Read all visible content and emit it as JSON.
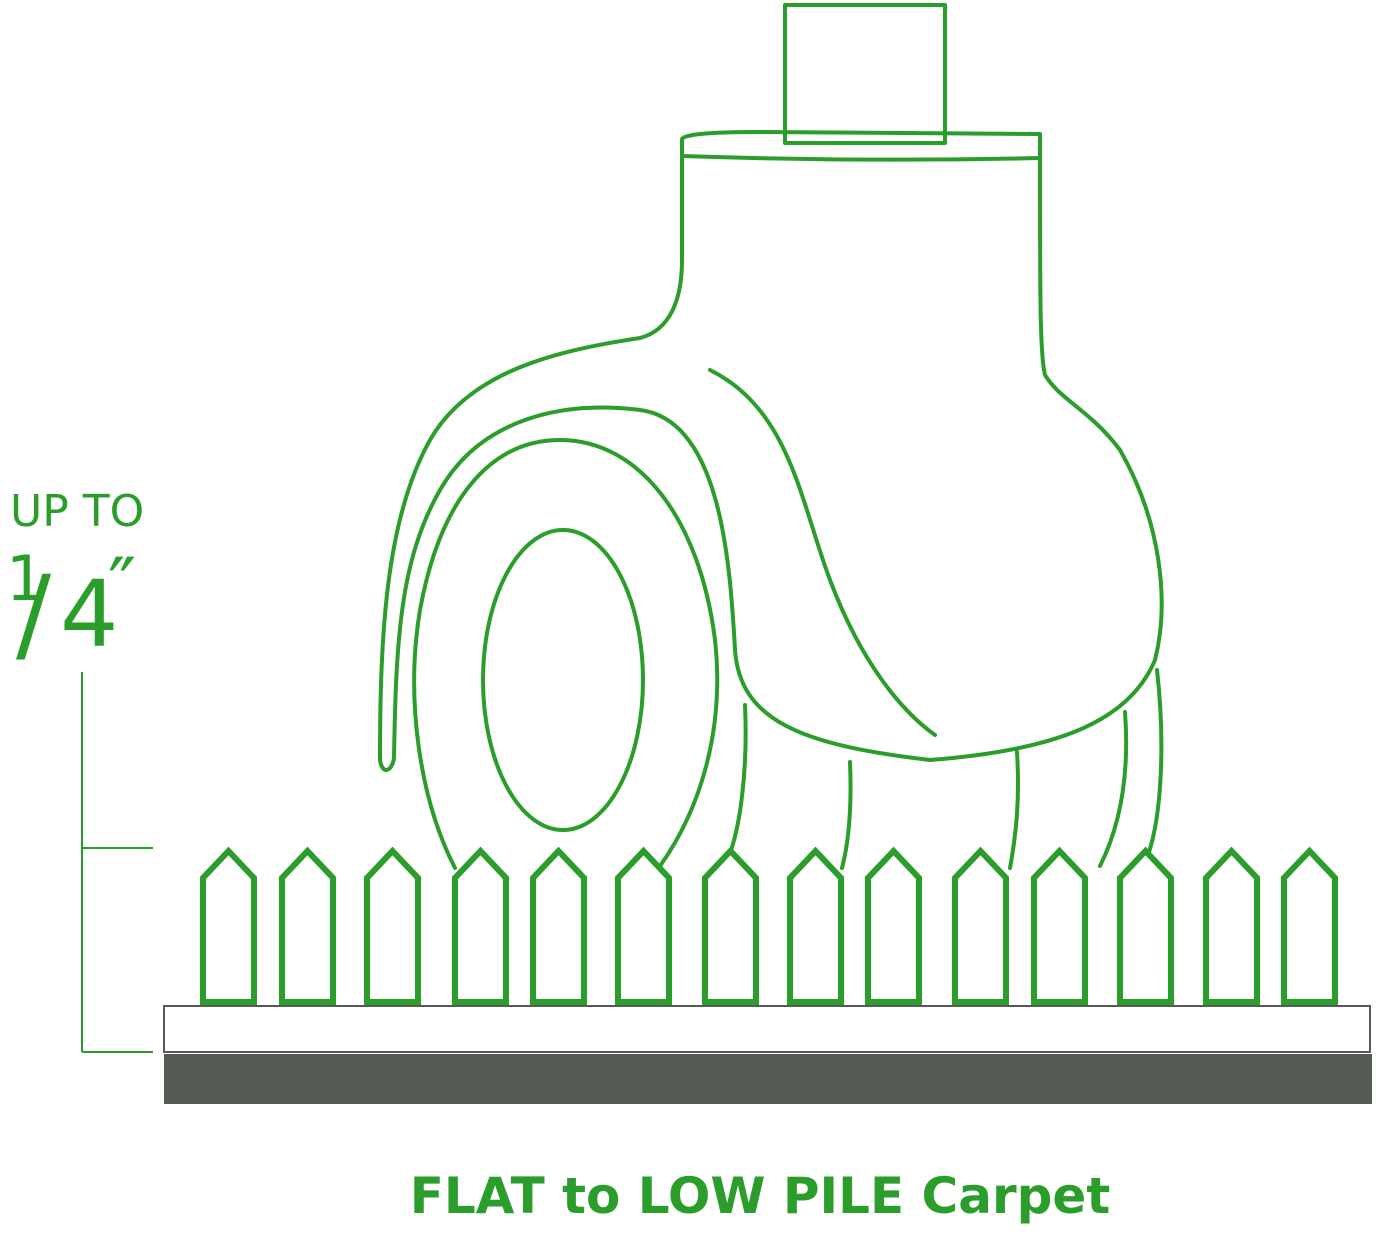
{
  "label": {
    "line1": "UP TO",
    "numerator": "1",
    "slash": "/",
    "denominator": "4",
    "inch_mark": "″"
  },
  "caption": "FLAT to LOW PILE Carpet",
  "colors": {
    "green": "#2a9d2a",
    "backing": "#555a55",
    "white": "#ffffff"
  },
  "icons": {
    "caster": "caster-wheel-icon"
  }
}
